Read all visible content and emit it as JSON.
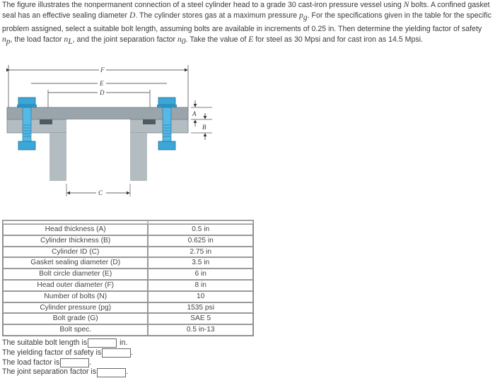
{
  "problem": {
    "line1a": "The figure illustrates the nonpermanent connection of a steel cylinder head to a grade 30 cast-iron pressure vessel using ",
    "var_N": "N",
    "line1b": " bolts. A confined gasket seal has an effective sealing diameter ",
    "var_D": "D",
    "line1c": ". The cylinder stores gas at a maximum pressure ",
    "var_p": "p",
    "sub_g": "g",
    "line1d": ". For the specifications given in the table for the specific problem assigned, select a suitable bolt length, assuming bolts are available in increments of 0.25 in. Then determine the yielding factor of safety ",
    "var_n1": "n",
    "sub_p": "p",
    "line1e": ", the load factor ",
    "var_n2": "n",
    "sub_L": "L",
    "line1f": ", and the joint separation factor ",
    "var_n3": "n",
    "sub_0": "0",
    "line1g": ". Take the value of ",
    "var_E": "E",
    "line1h": " for steel as 30 Mpsi and for cast iron as 14.5 Mpsi."
  },
  "figure": {
    "label_F": "F",
    "label_E": "E",
    "label_D": "D",
    "label_A": "A",
    "label_B": "B",
    "label_C": "C"
  },
  "spec_table": {
    "rows": [
      {
        "param": "Head thickness (A)",
        "value": "0.5 in"
      },
      {
        "param": "Cylinder thickness (B)",
        "value": "0.625 in"
      },
      {
        "param": "Cylinder ID (C)",
        "value": "2.75 in"
      },
      {
        "param": "Gasket sealing diameter (D)",
        "value": "3.5 in"
      },
      {
        "param": "Bolt circle diameter (E)",
        "value": "6 in"
      },
      {
        "param": "Head outer diameter (F)",
        "value": "8 in"
      },
      {
        "param": "Number of bolts (N)",
        "value": "10"
      },
      {
        "param": "Cylinder pressure (pg)",
        "value": "1535 psi"
      },
      {
        "param": "Bolt grade (G)",
        "value": "SAE 5"
      },
      {
        "param": "Bolt spec.",
        "value": "0.5 in-13"
      }
    ]
  },
  "answers": {
    "bolt_length_label": "The suitable bolt length is",
    "bolt_length_unit": "in.",
    "bolt_length_value": "",
    "yield_label": "The yielding factor of safety is",
    "yield_value": "",
    "load_label": "The load factor is",
    "load_value": "",
    "sep_label": "The joint separation factor is",
    "sep_value": "",
    "period": "."
  }
}
